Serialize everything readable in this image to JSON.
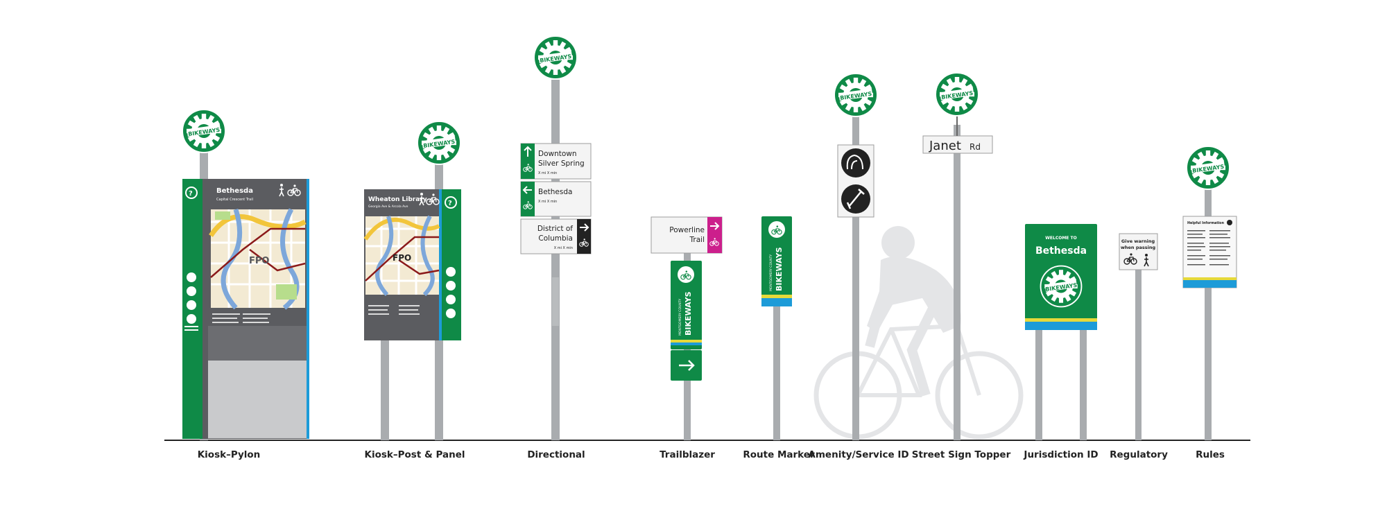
{
  "colors": {
    "green": "#0f8a47",
    "greenDark": "#0b6f39",
    "blue": "#1d9bd8",
    "yellow": "#e6d93a",
    "magenta": "#cc1f8c",
    "pole": "#a9acaf",
    "panelGray": "#5b5c60",
    "ground": "#222222"
  },
  "labels": {
    "kiosk_pylon": "Kiosk–Pylon",
    "kiosk_post_panel": "Kiosk–Post & Panel",
    "directional": "Directional",
    "trailblazer": "Trailblazer",
    "route_marker": "Route Marker",
    "amenity": "Amenity/Service ID",
    "street_topper": "Street Sign Topper",
    "jurisdiction": "Jurisdiction ID",
    "regulatory": "Regulatory",
    "rules": "Rules"
  },
  "brand": {
    "badge_text": "BIKEWAYS",
    "county_text": "MONTGOMERY COUNTY"
  },
  "kiosk_pylon": {
    "title": "Bethesda",
    "subtitle": "Capital Crescent Trail",
    "fpo": "FPO"
  },
  "kiosk_panel": {
    "title": "Wheaton Library",
    "subtitle": "Georgia Ave & Arcola Ave",
    "fpo": "FPO"
  },
  "directional": {
    "d1_line1": "Downtown",
    "d1_line2": "Silver Spring",
    "d1_meta": "X mi   X min",
    "d2_line1": "Bethesda",
    "d2_meta": "X mi   X min",
    "d3_line1": "District of",
    "d3_line2": "Columbia",
    "d3_meta": "X mi   X min"
  },
  "trailblazer": {
    "top_line1": "Powerline",
    "top_line2": "Trail"
  },
  "street_topper": {
    "street": "Janet",
    "suffix": "Rd"
  },
  "jurisdiction": {
    "welcome": "WELCOME TO",
    "place": "Bethesda"
  },
  "regulatory": {
    "line1": "Give warning",
    "line2": "when passing"
  },
  "rules": {
    "title": "Helpful Information"
  }
}
